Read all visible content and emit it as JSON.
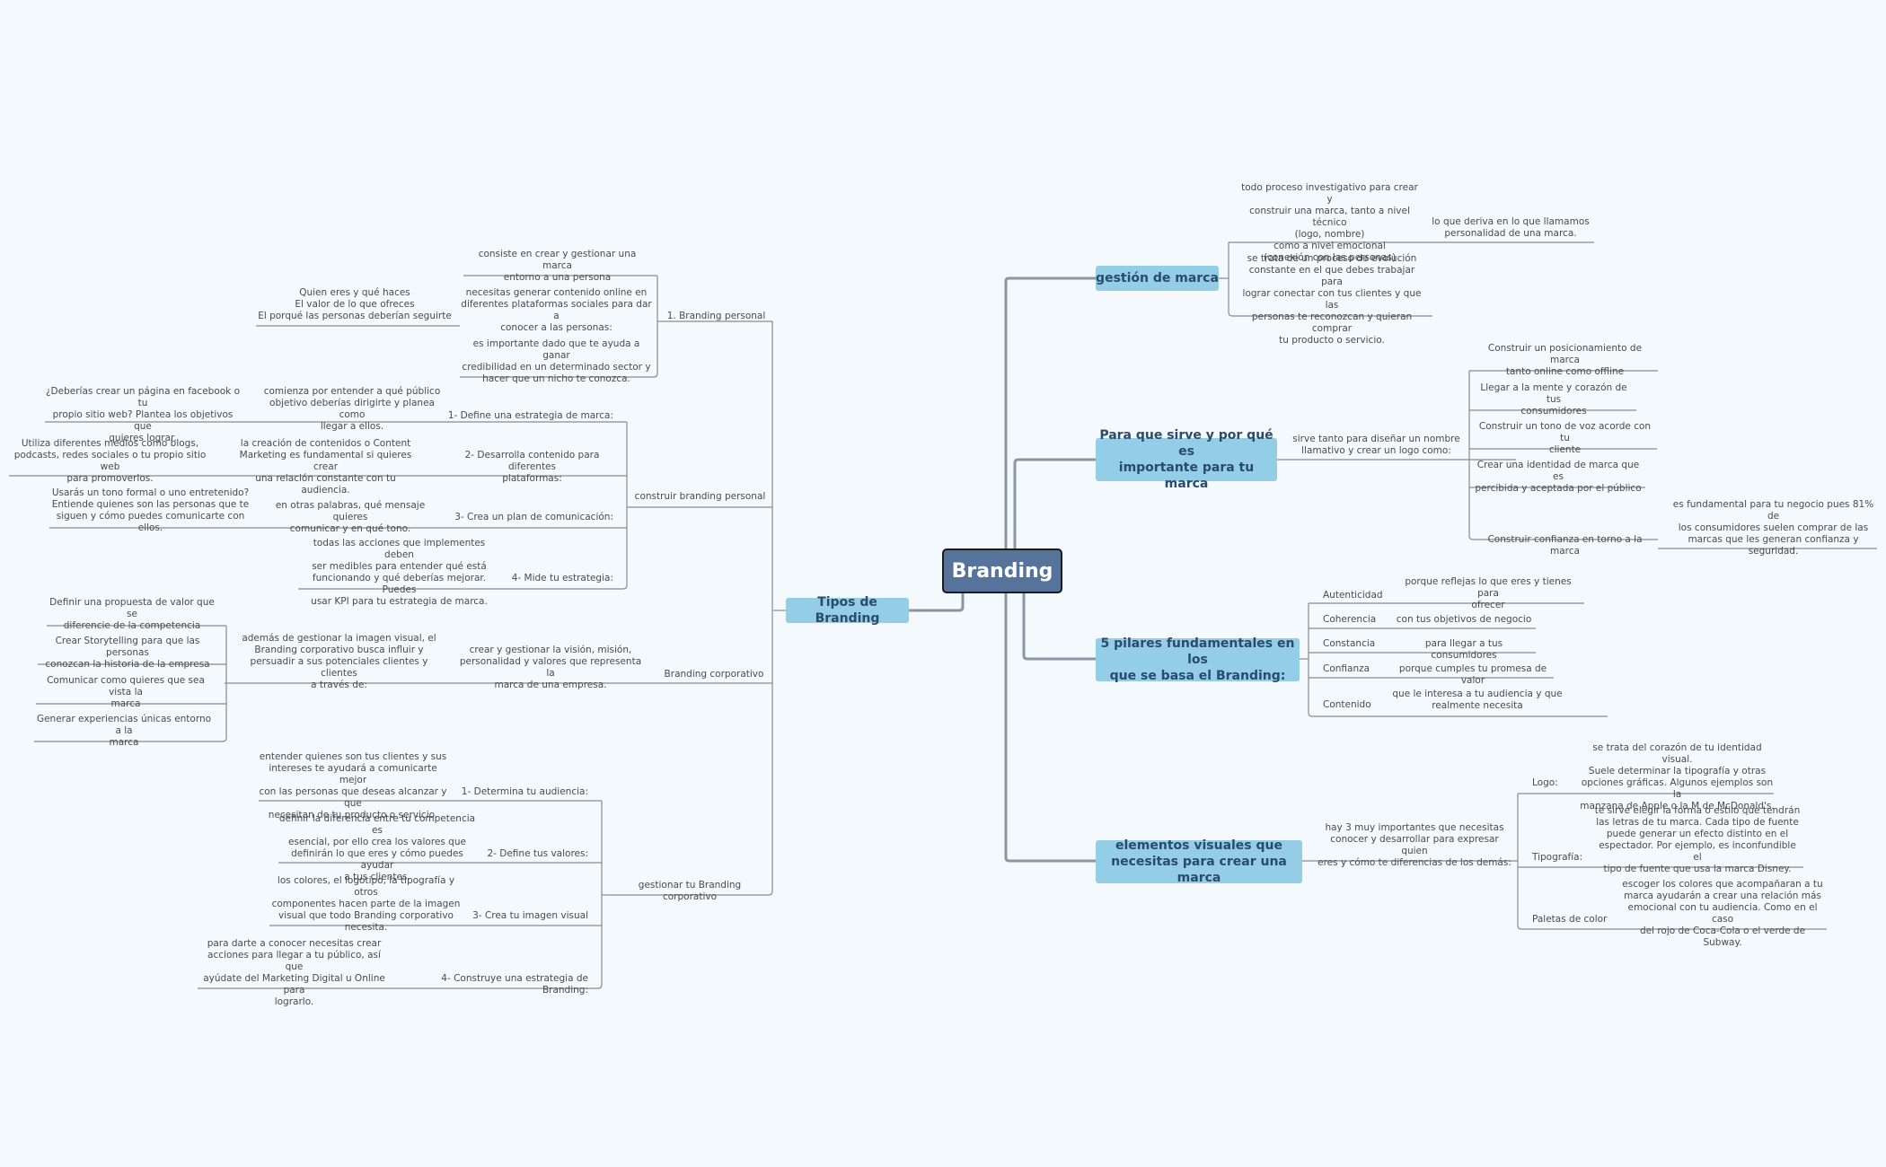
{
  "central": "Branding",
  "branches": {
    "gestion": "gestión de marca",
    "para_que": "Para que sirve y por qué es\nimportante para tu marca",
    "pilares": "5 pilares fundamentales en los\nque se basa el Branding:",
    "elementos": "elementos visuales que\nnecesitas para crear una marca",
    "tipos": "Tipos de Branding"
  },
  "gestion": {
    "def1": "todo proceso investigativo para crear y\nconstruir una marca, tanto a nivel técnico\n(logo, nombre)\ncomo a nivel emocional\n(conexión con las personas)",
    "def1_child": "lo que deriva en lo que llamamos\npersonalidad de una marca.",
    "def2": "se trata de un proceso de evolución\nconstante en el que debes trabajar para\nlograr conectar con tus clientes y que las\npersonas te reconozcan y quieran comprar\ntu producto o servicio."
  },
  "para_que": {
    "intro": "sirve tanto para diseñar un nombre\nllamativo y crear un logo como:",
    "items": [
      "Construir un posicionamiento de marca\ntanto online como offline",
      "Llegar a la mente y corazón de tus\nconsumidores",
      "Construir un tono de voz acorde con tu\ncliente",
      "Crear una identidad de marca que es\npercibida y aceptada por el público",
      "Construir confianza en torno a la marca"
    ],
    "confianza_note": "es fundamental para tu negocio pues 81% de\nlos consumidores suelen comprar de las\nmarcas que les generan confianza y\nseguridad."
  },
  "pilares": {
    "items": [
      {
        "name": "Autenticidad",
        "desc": "porque reflejas lo que eres y tienes para\nofrecer"
      },
      {
        "name": "Coherencia",
        "desc": "con tus objetivos de negocio"
      },
      {
        "name": "Constancia",
        "desc": "para llegar a tus consumidores"
      },
      {
        "name": "Confianza",
        "desc": "porque cumples tu promesa de valor"
      },
      {
        "name": "Contenido",
        "desc": "que le interesa a tu audiencia y que\nrealmente necesita"
      }
    ]
  },
  "elementos": {
    "intro": "hay 3 muy importantes que necesitas\nconocer y desarrollar para expresar quien\neres y cómo te diferencias de los demás:",
    "items": [
      {
        "name": "Logo:",
        "desc": "se trata del corazón de tu identidad visual.\nSuele determinar la tipografía y otras\nopciones gráficas. Algunos ejemplos son la\nmanzana de Apple o la M de McDonald's."
      },
      {
        "name": "Tipografía:",
        "desc": "te sirve elegir la forma o estilo que tendrán\nlas letras de tu marca. Cada tipo de fuente\npuede generar un efecto distinto en el\nespectador. Por ejemplo, es inconfundible el\ntipo de fuente que usa la marca Disney."
      },
      {
        "name": "Paletas de color",
        "desc": "escoger los colores que acompañaran a tu\nmarca ayudarán a crear una relación más\nemocional con tu audiencia. Como en el caso\ndel rojo de Coca-Cola o el verde de Subway."
      }
    ]
  },
  "tipos": {
    "personal": {
      "label": "1. Branding personal",
      "c1": "consiste en crear y gestionar una marca\nentorno a una persona",
      "c2": "necesitas generar contenido online en\ndiferentes plataformas sociales para dar a\nconocer a las personas:",
      "c2_child": "Quien eres y qué haces\nEl valor de lo que ofreces\nEl porqué las personas deberían seguirte",
      "c3": "es importante dado que te ayuda a ganar\ncredibilidad en un determinado sector y\nhacer que un nicho te conozca."
    },
    "construir": {
      "label": "construir branding personal",
      "steps": [
        {
          "label": "1- Define una estrategia de marca:",
          "desc": "comienza por entender a qué público\nobjetivo deberías dirigirte y planea como\nllegar a ellos.",
          "sub": "¿Deberías crear un página en facebook o tu\npropio sitio web? Plantea los objetivos que\nquieres lograr."
        },
        {
          "label": "2- Desarrolla contenido para diferentes\nplataformas:",
          "desc": "la creación de contenidos o Content\nMarketing es fundamental si quieres crear\nuna relación constante con tu audiencia.",
          "sub": "Utiliza diferentes medios como blogs,\npodcasts, redes sociales o tu propio sitio web\npara promoverlos."
        },
        {
          "label": "3- Crea un plan de comunicación:",
          "desc": "en otras palabras, qué mensaje quieres\ncomunicar y en qué tono.",
          "sub": "Usarás un tono formal o uno entretenido?\nEntiende quienes son las personas que te\nsiguen y cómo puedes comunicarte con ellos."
        },
        {
          "label": "4- Mide tu estrategia:",
          "desc": "todas las acciones que implementes deben\nser medibles para entender qué está\nfuncionando y qué deberías mejorar. Puedes\nusar KPI para tu estrategia de marca.",
          "sub": ""
        }
      ]
    },
    "corporativo": {
      "label": "Branding corporativo",
      "desc": "crear y gestionar la visión, misión,\npersonalidad y valores que representa la\nmarca de una empresa.",
      "sub": "además de gestionar la imagen visual, el\nBranding corporativo busca influir y\npersuadir a sus potenciales clientes y clientes\na través de:",
      "items": [
        "Definir una propuesta de valor que se\ndiferencie de la competencia",
        "Crear Storytelling para que las personas\nconozcan la historia de la empresa",
        "Comunicar como quieres que sea vista la\nmarca",
        "Generar experiencias únicas entorno a la\nmarca"
      ]
    },
    "gestionar": {
      "label": "gestionar tu Branding corporativo",
      "steps": [
        {
          "label": "1- Determina tu audiencia:",
          "desc": "entender quienes son tus clientes y sus\nintereses te ayudará a comunicarte mejor\ncon las personas que deseas alcanzar y que\nnecesitan de tu producto o servicio."
        },
        {
          "label": "2- Define tus valores:",
          "desc": "definir la diferencia entre tu competencia es\nesencial, por ello crea los valores que\ndefinirán lo que eres y cómo puedes ayudar\na tus clientes."
        },
        {
          "label": "3- Crea tu imagen visual",
          "desc": "los colores, el logotipo, la tipografía y otros\ncomponentes hacen parte de la imagen\nvisual que todo Branding corporativo\nnecesita."
        },
        {
          "label": "4- Construye una estrategia de Branding:",
          "desc": "para darte a conocer necesitas crear\nacciones para llegar a tu público, así que\nayúdate del Marketing Digital u Online para\nlograrlo."
        }
      ]
    }
  }
}
